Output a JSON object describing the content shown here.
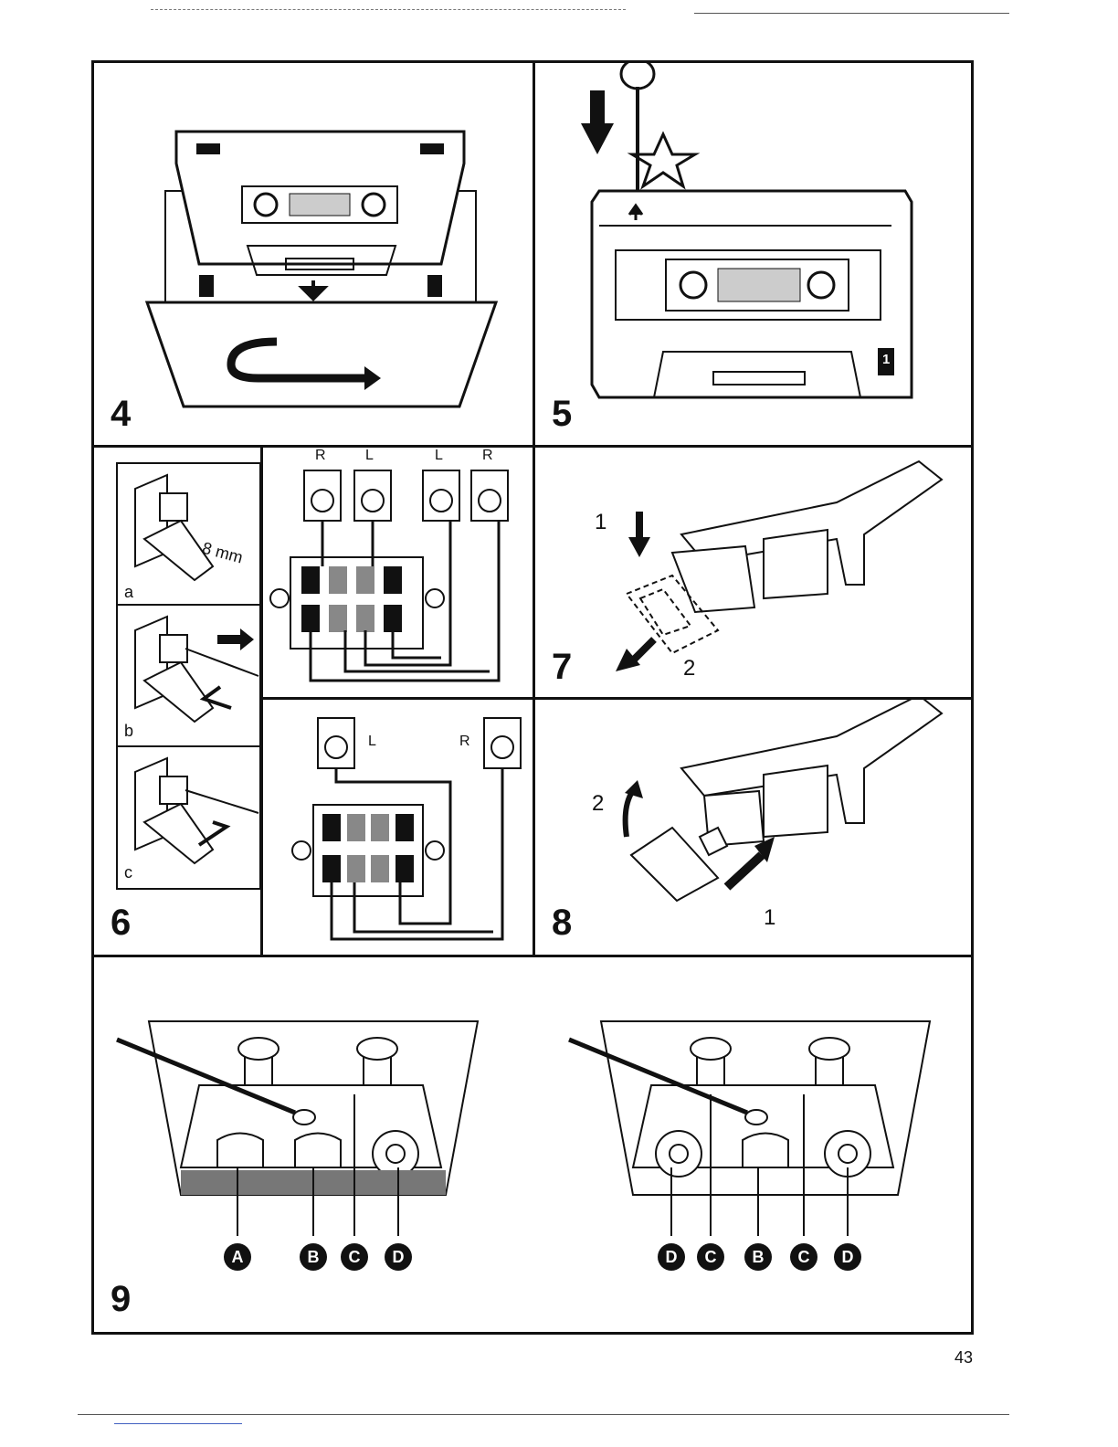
{
  "page": {
    "number": "43"
  },
  "panel4": {
    "step": "4"
  },
  "panel5": {
    "step": "5",
    "label_side": "1"
  },
  "panel6": {
    "step": "6",
    "sub_a": "a",
    "sub_b": "b",
    "sub_c": "c",
    "strip_length": "8 mm",
    "top_labels": [
      "R",
      "L",
      "L",
      "R"
    ],
    "bottom_left": "L",
    "bottom_right": "R"
  },
  "panel7": {
    "step": "7",
    "action_1": "1",
    "action_2": "2"
  },
  "panel8": {
    "step": "8",
    "action_1": "1",
    "action_2": "2"
  },
  "panel9": {
    "step": "9",
    "left_labels": [
      "A",
      "B",
      "C",
      "D"
    ],
    "right_labels": [
      "D",
      "C",
      "B",
      "C",
      "D"
    ]
  },
  "colors": {
    "ink": "#111111",
    "paper": "#ffffff"
  }
}
